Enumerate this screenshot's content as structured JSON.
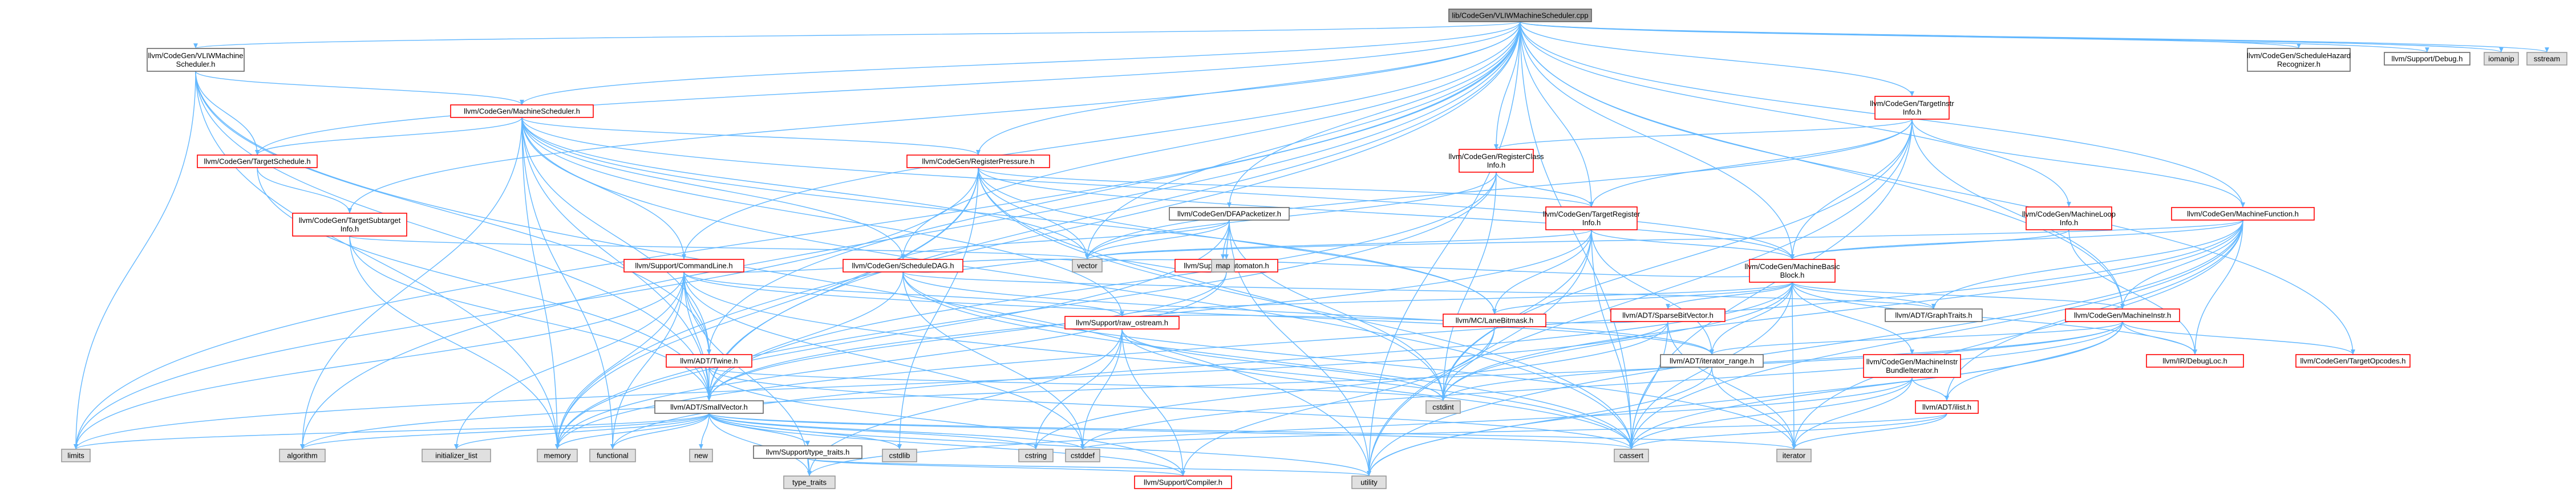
{
  "colors": {
    "root_fill": "#a0a0a0",
    "root_stroke": "#606060",
    "linked_fill": "#ffffff",
    "linked_stroke": "#ff0000",
    "plain_fill": "#ffffff",
    "plain_stroke": "#666666",
    "system_fill": "#e0e0e0",
    "system_stroke": "#999999",
    "edge": "#63b8ff"
  },
  "nodes": [
    {
      "id": "root",
      "kind": "root",
      "lines": [
        "lib/CodeGen/VLIWMachineScheduler.cpp"
      ]
    },
    {
      "id": "vliwh",
      "kind": "plain",
      "lines": [
        "llvm/CodeGen/VLIWMachine",
        "Scheduler.h"
      ]
    },
    {
      "id": "machsched",
      "kind": "linked",
      "lines": [
        "llvm/CodeGen/MachineScheduler.h"
      ]
    },
    {
      "id": "targetsched",
      "kind": "linked",
      "lines": [
        "llvm/CodeGen/TargetSchedule.h"
      ]
    },
    {
      "id": "regpressure",
      "kind": "linked",
      "lines": [
        "llvm/CodeGen/RegisterPressure.h"
      ]
    },
    {
      "id": "dfapack",
      "kind": "plain",
      "lines": [
        "llvm/CodeGen/DFAPacketizer.h"
      ]
    },
    {
      "id": "regclass",
      "kind": "linked",
      "lines": [
        "llvm/CodeGen/RegisterClass",
        "Info.h"
      ]
    },
    {
      "id": "tii",
      "kind": "linked",
      "lines": [
        "llvm/CodeGen/TargetInstr",
        "Info.h"
      ]
    },
    {
      "id": "sched_hazard",
      "kind": "plain",
      "lines": [
        "llvm/CodeGen/ScheduleHazard",
        "Recognizer.h"
      ]
    },
    {
      "id": "debug",
      "kind": "plain",
      "lines": [
        "llvm/Support/Debug.h"
      ]
    },
    {
      "id": "iomanip",
      "kind": "system",
      "lines": [
        "iomanip"
      ]
    },
    {
      "id": "sstream",
      "kind": "system",
      "lines": [
        "sstream"
      ]
    },
    {
      "id": "tsubtarget",
      "kind": "linked",
      "lines": [
        "llvm/CodeGen/TargetSubtarget",
        "Info.h"
      ]
    },
    {
      "id": "cmdline",
      "kind": "linked",
      "lines": [
        "llvm/Support/CommandLine.h"
      ]
    },
    {
      "id": "schedDAG",
      "kind": "linked",
      "lines": [
        "llvm/CodeGen/ScheduleDAG.h"
      ]
    },
    {
      "id": "automaton",
      "kind": "linked",
      "lines": [
        "llvm/Support/Automaton.h"
      ]
    },
    {
      "id": "treginfo",
      "kind": "linked",
      "lines": [
        "llvm/CodeGen/TargetRegister",
        "Info.h"
      ]
    },
    {
      "id": "mloop",
      "kind": "linked",
      "lines": [
        "llvm/CodeGen/MachineLoop",
        "Info.h"
      ]
    },
    {
      "id": "mfunc",
      "kind": "linked",
      "lines": [
        "llvm/CodeGen/MachineFunction.h"
      ]
    },
    {
      "id": "mbb",
      "kind": "linked",
      "lines": [
        "llvm/CodeGen/MachineBasic",
        "Block.h"
      ]
    },
    {
      "id": "sparsebv",
      "kind": "linked",
      "lines": [
        "llvm/ADT/SparseBitVector.h"
      ]
    },
    {
      "id": "lanemask",
      "kind": "linked",
      "lines": [
        "llvm/MC/LaneBitmask.h"
      ]
    },
    {
      "id": "rawostream",
      "kind": "linked",
      "lines": [
        "llvm/Support/raw_ostream.h"
      ]
    },
    {
      "id": "graphtraits",
      "kind": "plain",
      "lines": [
        "llvm/ADT/GraphTraits.h"
      ]
    },
    {
      "id": "itrange",
      "kind": "plain",
      "lines": [
        "llvm/ADT/iterator_range.h"
      ]
    },
    {
      "id": "minstr",
      "kind": "linked",
      "lines": [
        "llvm/CodeGen/MachineInstr.h"
      ]
    },
    {
      "id": "bundleit",
      "kind": "linked",
      "lines": [
        "llvm/CodeGen/MachineInstr",
        "BundleIterator.h"
      ]
    },
    {
      "id": "debugloc",
      "kind": "linked",
      "lines": [
        "llvm/IR/DebugLoc.h"
      ]
    },
    {
      "id": "topcodes",
      "kind": "linked",
      "lines": [
        "llvm/CodeGen/TargetOpcodes.h"
      ]
    },
    {
      "id": "ilist",
      "kind": "linked",
      "lines": [
        "llvm/ADT/ilist.h"
      ]
    },
    {
      "id": "twine",
      "kind": "linked",
      "lines": [
        "llvm/ADT/Twine.h"
      ]
    },
    {
      "id": "smallvec",
      "kind": "plain",
      "lines": [
        "llvm/ADT/SmallVector.h"
      ]
    },
    {
      "id": "typetraits",
      "kind": "plain",
      "lines": [
        "llvm/Support/type_traits.h"
      ]
    },
    {
      "id": "compiler",
      "kind": "linked",
      "lines": [
        "llvm/Support/Compiler.h"
      ]
    },
    {
      "id": "vector",
      "kind": "system",
      "lines": [
        "vector"
      ]
    },
    {
      "id": "map",
      "kind": "system",
      "lines": [
        "map"
      ]
    },
    {
      "id": "cstdint",
      "kind": "system",
      "lines": [
        "cstdint"
      ]
    },
    {
      "id": "limits",
      "kind": "system",
      "lines": [
        "limits"
      ]
    },
    {
      "id": "algorithm",
      "kind": "system",
      "lines": [
        "algorithm"
      ]
    },
    {
      "id": "initlist",
      "kind": "system",
      "lines": [
        "initializer_list"
      ]
    },
    {
      "id": "memory",
      "kind": "system",
      "lines": [
        "memory"
      ]
    },
    {
      "id": "functional",
      "kind": "system",
      "lines": [
        "functional"
      ]
    },
    {
      "id": "new",
      "kind": "system",
      "lines": [
        "new"
      ]
    },
    {
      "id": "cstdlib",
      "kind": "system",
      "lines": [
        "cstdlib"
      ]
    },
    {
      "id": "cstring",
      "kind": "system",
      "lines": [
        "cstring"
      ]
    },
    {
      "id": "cstddef",
      "kind": "system",
      "lines": [
        "cstddef"
      ]
    },
    {
      "id": "cassert",
      "kind": "system",
      "lines": [
        "cassert"
      ]
    },
    {
      "id": "iterator",
      "kind": "system",
      "lines": [
        "iterator"
      ]
    },
    {
      "id": "utility",
      "kind": "system",
      "lines": [
        "utility"
      ]
    },
    {
      "id": "type_traits",
      "kind": "system",
      "lines": [
        "type_traits"
      ]
    }
  ],
  "edges": [
    [
      "root",
      "vliwh"
    ],
    [
      "root",
      "machsched"
    ],
    [
      "root",
      "targetsched"
    ],
    [
      "root",
      "regpressure"
    ],
    [
      "root",
      "dfapack"
    ],
    [
      "root",
      "regclass"
    ],
    [
      "root",
      "tii"
    ],
    [
      "root",
      "sched_hazard"
    ],
    [
      "root",
      "debug"
    ],
    [
      "root",
      "iomanip"
    ],
    [
      "root",
      "sstream"
    ],
    [
      "root",
      "tsubtarget"
    ],
    [
      "root",
      "cmdline"
    ],
    [
      "root",
      "schedDAG"
    ],
    [
      "root",
      "treginfo"
    ],
    [
      "root",
      "mloop"
    ],
    [
      "root",
      "mfunc"
    ],
    [
      "root",
      "mbb"
    ],
    [
      "root",
      "minstr"
    ],
    [
      "root",
      "topcodes"
    ],
    [
      "root",
      "smallvec"
    ],
    [
      "root",
      "twine"
    ],
    [
      "root",
      "limits"
    ],
    [
      "root",
      "memory"
    ],
    [
      "root",
      "algorithm"
    ],
    [
      "root",
      "cassert"
    ],
    [
      "root",
      "utility"
    ],
    [
      "root",
      "vector"
    ],
    [
      "vliwh",
      "machsched"
    ],
    [
      "vliwh",
      "targetsched"
    ],
    [
      "vliwh",
      "twine"
    ],
    [
      "vliwh",
      "smallvec"
    ],
    [
      "vliwh",
      "limits"
    ],
    [
      "vliwh",
      "memory"
    ],
    [
      "vliwh",
      "utility"
    ],
    [
      "machsched",
      "targetsched"
    ],
    [
      "machsched",
      "regpressure"
    ],
    [
      "machsched",
      "schedDAG"
    ],
    [
      "machsched",
      "cmdline"
    ],
    [
      "machsched",
      "mbb"
    ],
    [
      "machsched",
      "twine"
    ],
    [
      "machsched",
      "smallvec"
    ],
    [
      "machsched",
      "vector"
    ],
    [
      "machsched",
      "memory"
    ],
    [
      "machsched",
      "algorithm"
    ],
    [
      "machsched",
      "cassert"
    ],
    [
      "machsched",
      "functional"
    ],
    [
      "machsched",
      "lanemask"
    ],
    [
      "machsched",
      "rawostream"
    ],
    [
      "targetsched",
      "tsubtarget"
    ],
    [
      "targetsched",
      "smallvec"
    ],
    [
      "tsubtarget",
      "smallvec"
    ],
    [
      "tsubtarget",
      "vector"
    ],
    [
      "tsubtarget",
      "memory"
    ],
    [
      "regpressure",
      "mbb"
    ],
    [
      "regpressure",
      "treginfo"
    ],
    [
      "regpressure",
      "lanemask"
    ],
    [
      "regpressure",
      "smallvec"
    ],
    [
      "regpressure",
      "vector"
    ],
    [
      "regpressure",
      "cassert"
    ],
    [
      "regpressure",
      "cstdint"
    ],
    [
      "regpressure",
      "cstdlib"
    ],
    [
      "regpressure",
      "limits"
    ],
    [
      "regpressure",
      "memory"
    ],
    [
      "dfapack",
      "automaton"
    ],
    [
      "dfapack",
      "schedDAG"
    ],
    [
      "dfapack",
      "map"
    ],
    [
      "dfapack",
      "vector"
    ],
    [
      "dfapack",
      "cstdint"
    ],
    [
      "dfapack",
      "utility"
    ],
    [
      "dfapack",
      "memory"
    ],
    [
      "automaton",
      "map"
    ],
    [
      "automaton",
      "vector"
    ],
    [
      "automaton",
      "smallvec"
    ],
    [
      "automaton",
      "memory"
    ],
    [
      "regclass",
      "treginfo"
    ],
    [
      "regclass",
      "vector"
    ],
    [
      "regclass",
      "cstdint"
    ],
    [
      "regclass",
      "memory"
    ],
    [
      "regclass",
      "smallvec"
    ],
    [
      "tii",
      "mbb"
    ],
    [
      "tii",
      "minstr"
    ],
    [
      "tii",
      "mfunc"
    ],
    [
      "tii",
      "treginfo"
    ],
    [
      "tii",
      "regclass"
    ],
    [
      "tii",
      "cassert"
    ],
    [
      "tii",
      "cstdint"
    ],
    [
      "tii",
      "utility"
    ],
    [
      "tii",
      "vector"
    ],
    [
      "treginfo",
      "mbb"
    ],
    [
      "treginfo",
      "lanemask"
    ],
    [
      "treginfo",
      "smallvec"
    ],
    [
      "treginfo",
      "itrange"
    ],
    [
      "treginfo",
      "cassert"
    ],
    [
      "treginfo",
      "cstdint"
    ],
    [
      "treginfo",
      "vector"
    ],
    [
      "treginfo",
      "utility"
    ],
    [
      "mloop",
      "mbb"
    ],
    [
      "mloop",
      "debugloc"
    ],
    [
      "mfunc",
      "mbb"
    ],
    [
      "mfunc",
      "graphtraits"
    ],
    [
      "mfunc",
      "ilist"
    ],
    [
      "mfunc",
      "minstr"
    ],
    [
      "mfunc",
      "cassert"
    ],
    [
      "mfunc",
      "cstdint"
    ],
    [
      "mfunc",
      "memory"
    ],
    [
      "mfunc",
      "utility"
    ],
    [
      "mfunc",
      "vector"
    ],
    [
      "mfunc",
      "debugloc"
    ],
    [
      "mfunc",
      "iterator"
    ],
    [
      "mbb",
      "minstr"
    ],
    [
      "mbb",
      "bundleit"
    ],
    [
      "mbb",
      "graphtraits"
    ],
    [
      "mbb",
      "itrange"
    ],
    [
      "mbb",
      "sparsebv"
    ],
    [
      "mbb",
      "lanemask"
    ],
    [
      "mbb",
      "rawostream"
    ],
    [
      "mbb",
      "debugloc"
    ],
    [
      "mbb",
      "cassert"
    ],
    [
      "mbb",
      "cstdint"
    ],
    [
      "mbb",
      "iterator"
    ],
    [
      "mbb",
      "functional"
    ],
    [
      "mbb",
      "string"
    ],
    [
      "mbb",
      "vector"
    ],
    [
      "minstr",
      "debugloc"
    ],
    [
      "minstr",
      "topcodes"
    ],
    [
      "minstr",
      "ilist"
    ],
    [
      "minstr",
      "itrange"
    ],
    [
      "minstr",
      "cassert"
    ],
    [
      "minstr",
      "cstdint"
    ],
    [
      "minstr",
      "utility"
    ],
    [
      "minstr",
      "algorithm"
    ],
    [
      "minstr",
      "cstddef"
    ],
    [
      "bundleit",
      "ilist"
    ],
    [
      "bundleit",
      "cassert"
    ],
    [
      "bundleit",
      "iterator"
    ],
    [
      "bundleit",
      "type_traits"
    ],
    [
      "ilist",
      "cassert"
    ],
    [
      "ilist",
      "cstddef"
    ],
    [
      "ilist",
      "iterator"
    ],
    [
      "sparsebv",
      "cassert"
    ],
    [
      "sparsebv",
      "cstring"
    ],
    [
      "sparsebv",
      "iterator"
    ],
    [
      "sparsebv",
      "limits"
    ],
    [
      "sparsebv",
      "rawostream"
    ],
    [
      "lanemask",
      "cstdint"
    ],
    [
      "lanemask",
      "compiler"
    ],
    [
      "itrange",
      "iterator"
    ],
    [
      "itrange",
      "utility"
    ],
    [
      "schedDAG",
      "graphtraits"
    ],
    [
      "schedDAG",
      "smallvec"
    ],
    [
      "schedDAG",
      "cassert"
    ],
    [
      "schedDAG",
      "cstddef"
    ],
    [
      "schedDAG",
      "iterator"
    ],
    [
      "schedDAG",
      "string"
    ],
    [
      "schedDAG",
      "vector"
    ],
    [
      "schedDAG",
      "itrange"
    ],
    [
      "cmdline",
      "smallvec"
    ],
    [
      "cmdline",
      "twine"
    ],
    [
      "cmdline",
      "rawostream"
    ],
    [
      "cmdline",
      "cassert"
    ],
    [
      "cmdline",
      "functional"
    ],
    [
      "cmdline",
      "initlist"
    ],
    [
      "cmdline",
      "limits"
    ],
    [
      "cmdline",
      "vector"
    ],
    [
      "cmdline",
      "memory"
    ],
    [
      "cmdline",
      "type_traits"
    ],
    [
      "cmdline",
      "itrange"
    ],
    [
      "cmdline",
      "cstddef"
    ],
    [
      "rawostream",
      "cassert"
    ],
    [
      "rawostream",
      "cstddef"
    ],
    [
      "rawostream",
      "cstdint"
    ],
    [
      "rawostream",
      "cstring"
    ],
    [
      "rawostream",
      "type_traits"
    ],
    [
      "rawostream",
      "compiler"
    ],
    [
      "twine",
      "smallvec"
    ],
    [
      "twine",
      "cassert"
    ],
    [
      "twine",
      "cstdint"
    ],
    [
      "twine",
      "compiler"
    ],
    [
      "smallvec",
      "compiler"
    ],
    [
      "smallvec",
      "typetraits"
    ],
    [
      "smallvec",
      "algorithm"
    ],
    [
      "smallvec",
      "cassert"
    ],
    [
      "smallvec",
      "cstddef"
    ],
    [
      "smallvec",
      "cstdlib"
    ],
    [
      "smallvec",
      "cstring"
    ],
    [
      "smallvec",
      "functional"
    ],
    [
      "smallvec",
      "initlist"
    ],
    [
      "smallvec",
      "iterator"
    ],
    [
      "smallvec",
      "limits"
    ],
    [
      "smallvec",
      "memory"
    ],
    [
      "smallvec",
      "new"
    ],
    [
      "smallvec",
      "type_traits"
    ],
    [
      "smallvec",
      "utility"
    ],
    [
      "typetraits",
      "compiler"
    ],
    [
      "typetraits",
      "type_traits"
    ],
    [
      "typetraits",
      "utility"
    ]
  ]
}
